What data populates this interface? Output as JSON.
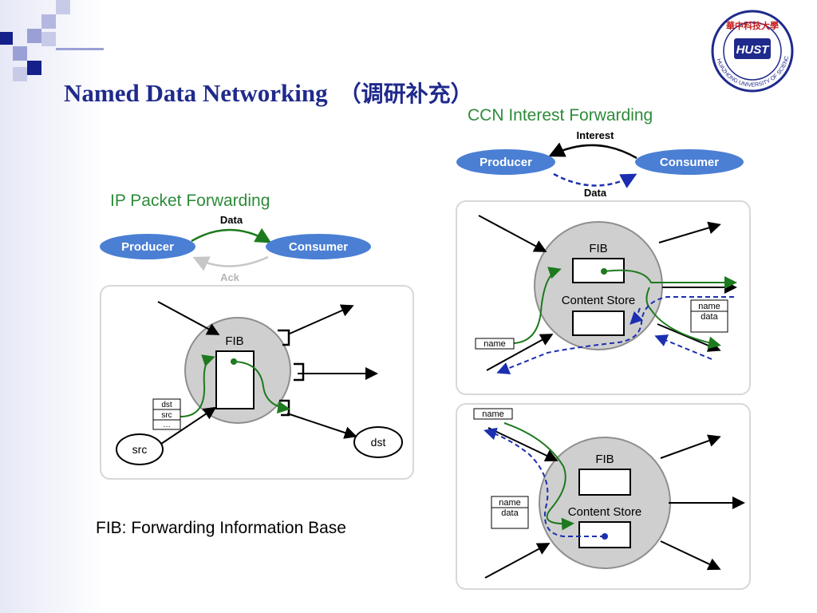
{
  "slide": {
    "title_en": "Named Data Networking",
    "title_cn": "（调研补充）",
    "caption": "FIB: Forwarding Information Base"
  },
  "logo": {
    "name": "HUAZHONG UNIVERSITY OF SCIENCE AND TECHNOLOGY",
    "cn_name": "華中科技大學",
    "monogram": "HUST"
  },
  "ip_diagram": {
    "title": "IP Packet Forwarding",
    "producer": "Producer",
    "consumer": "Consumer",
    "data_label": "Data",
    "ack_label": "Ack",
    "fib": "FIB",
    "packet_fields": [
      "dst",
      "src",
      "…"
    ],
    "src": "src",
    "dst": "dst"
  },
  "ccn_diagram": {
    "title": "CCN Interest Forwarding",
    "producer": "Producer",
    "consumer": "Consumer",
    "interest_label": "Interest",
    "data_label": "Data",
    "top_node": {
      "fib": "FIB",
      "content_store": "Content Store",
      "name_tag": "name",
      "packet_name": "name",
      "packet_data": "data"
    },
    "bottom_node": {
      "fib": "FIB",
      "content_store": "Content Store",
      "name_tag": "name",
      "packet_name": "name",
      "packet_data": "data"
    }
  },
  "colors": {
    "title_blue": "#1f2a8c",
    "pill_blue": "#4a7fd4",
    "ccn_title_green": "#2e8b3a",
    "arrow_green": "#1e7a1e",
    "dashed_blue": "#1c2fb0",
    "node_gray": "#cfcfcf"
  }
}
